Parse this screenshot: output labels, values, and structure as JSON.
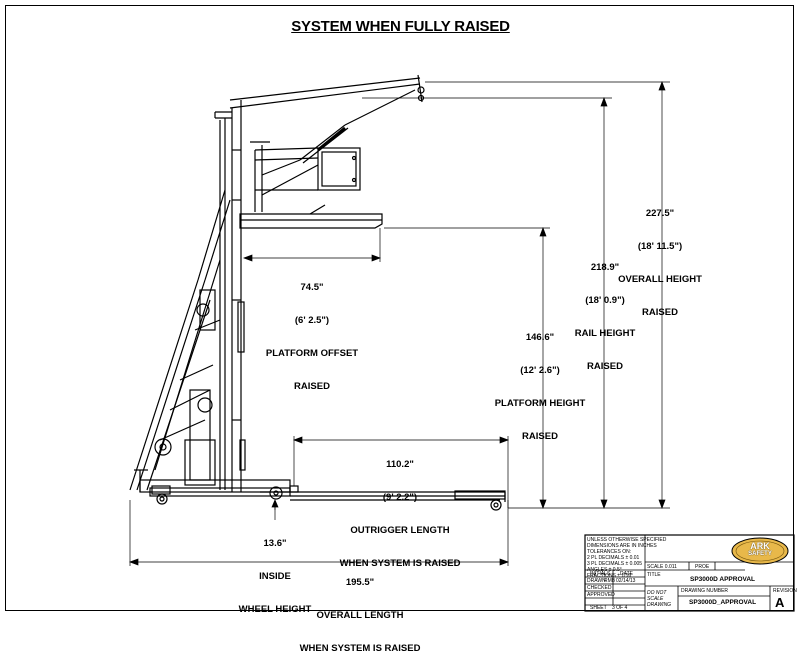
{
  "title": "SYSTEM WHEN FULLY RAISED",
  "dimensions": {
    "overall_height": [
      "227.5\"",
      "(18' 11.5\")",
      "OVERALL HEIGHT",
      "RAISED"
    ],
    "rail_height": [
      "218.9\"",
      "(18' 0.9\")",
      "RAIL HEIGHT",
      "RAISED"
    ],
    "platform_height": [
      "146.6\"",
      "(12' 2.6\")",
      "PLATFORM HEIGHT",
      "RAISED"
    ],
    "platform_offset": [
      "74.5\"",
      "(6' 2.5\")",
      "PLATFORM OFFSET",
      "RAISED"
    ],
    "outrigger_length": [
      "110.2\"",
      "(9' 2.2\")",
      "OUTRIGGER LENGTH",
      "WHEN SYSTEM IS RAISED"
    ],
    "wheel_height": [
      "13.6\"",
      "INSIDE",
      "WHEEL HEIGHT"
    ],
    "overall_length": [
      "195.5\"",
      "OVERALL LENGTH",
      "WHEN SYSTEM IS RAISED"
    ]
  },
  "title_block": {
    "notes": [
      "UNLESS OTHERWISE SPECIFIED",
      "DIMENSIONS ARE IN INCHES",
      "TOLERANCES ON:",
      "2 PL DECIMALS ± 0.01",
      "3 PL DECIMALS ± 0.005",
      "ANGLES ± 0.5°",
      "FRACTIONS ± 1/16"
    ],
    "initials_label": "INITIALS",
    "date_label": "DATE",
    "drawn_label": "DRAWN",
    "drawn_by": "RMB",
    "drawn_date": "02/14/13",
    "checked_label": "CHECKED",
    "approved_label": "APPROVED",
    "sheet_label": "SHEET",
    "sheet_value": "3 OF 4",
    "do_not_scale": "DO NOT SCALE DRAWING",
    "scale_label": "SCALE 0.011",
    "proe_label": "PROE",
    "title_label": "TITLE",
    "title_value": "SP3000D APPROVAL",
    "drawing_number_label": "DRAWING NUMBER",
    "drawing_number": "SP3000D_APPROVAL",
    "revision_label": "REVISION",
    "revision": "A",
    "logo_text": [
      "ARK",
      "SAFETY"
    ]
  },
  "colors": {
    "line": "#000000",
    "logo_fill": "#e8b84a",
    "logo_text": "#ffffff"
  }
}
